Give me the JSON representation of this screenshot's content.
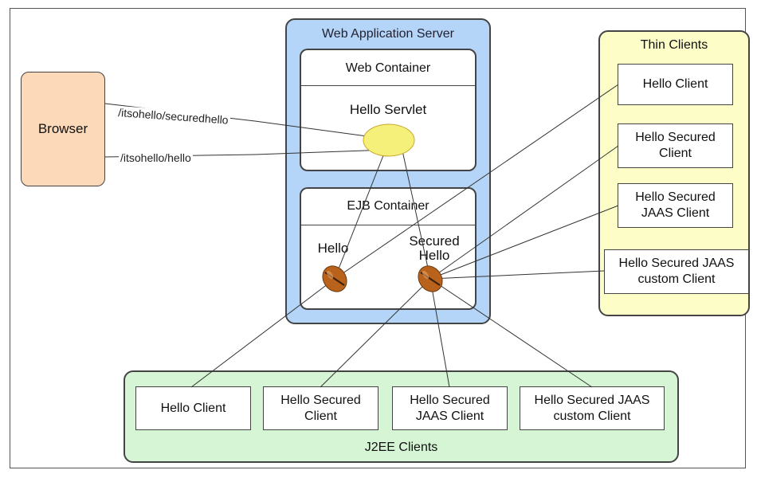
{
  "browser": {
    "label": "Browser"
  },
  "links": {
    "secured_url": "/itsohello/securedhello",
    "hello_url": "/itsohello/hello"
  },
  "was": {
    "title": "Web Application Server",
    "web_container": {
      "title": "Web Container",
      "servlet": "Hello Servlet"
    },
    "ejb_container": {
      "title": "EJB Container",
      "hello_bean": "Hello",
      "secured_bean": "Secured\nHello"
    }
  },
  "thin_clients": {
    "title": "Thin Clients",
    "items": [
      "Hello Client",
      "Hello Secured\nClient",
      "Hello Secured\nJAAS Client",
      "Hello Secured JAAS\ncustom Client"
    ]
  },
  "j2ee_clients": {
    "title": "J2EE Clients",
    "items": [
      "Hello Client",
      "Hello Secured\nClient",
      "Hello Secured\nJAAS Client",
      "Hello Secured JAAS\ncustom Client"
    ]
  },
  "colors": {
    "browser_fill": "#fcd9b8",
    "was_fill": "#b4d5f7",
    "thin_fill": "#fdfdc8",
    "j2ee_fill": "#d5f5d5",
    "servlet_fill": "#f5f07a",
    "bean_fill": "#b8621b"
  }
}
